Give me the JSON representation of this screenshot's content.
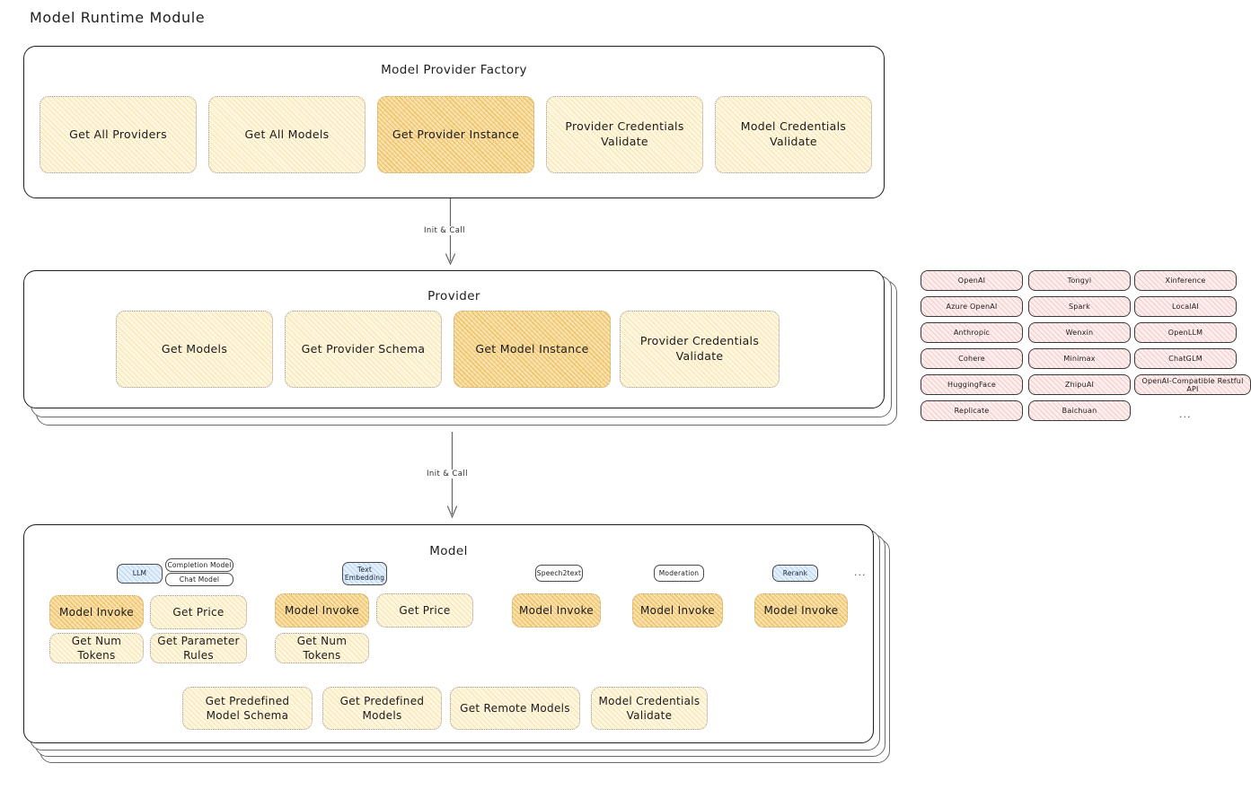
{
  "page": {
    "title": "Model Runtime Module"
  },
  "factory": {
    "title": "Model Provider Factory",
    "cards": [
      {
        "label": "Get All Providers",
        "highlighted": false
      },
      {
        "label": "Get All Models",
        "highlighted": false
      },
      {
        "label": "Get Provider Instance",
        "highlighted": true
      },
      {
        "label": "Provider Credentials Validate",
        "highlighted": false
      },
      {
        "label": "Model Credentials Validate",
        "highlighted": false
      }
    ]
  },
  "arrow1": {
    "label": "Init & Call"
  },
  "provider": {
    "title": "Provider",
    "cards": [
      {
        "label": "Get Models",
        "highlighted": false
      },
      {
        "label": "Get Provider Schema",
        "highlighted": false
      },
      {
        "label": "Get Model Instance",
        "highlighted": true
      },
      {
        "label": "Provider Credentials Validate",
        "highlighted": false
      }
    ]
  },
  "arrow2": {
    "label": "Init & Call"
  },
  "provider_list": {
    "columns": [
      {
        "items": [
          "OpenAI",
          "Azure OpenAI",
          "Anthropic",
          "Cohere",
          "HuggingFace",
          "Replicate"
        ]
      },
      {
        "items": [
          "Tongyi",
          "Spark",
          "Wenxin",
          "Minimax",
          "ZhipuAI",
          "Baichuan"
        ]
      },
      {
        "items": [
          "Xinference",
          "LocalAI",
          "OpenLLM",
          "ChatGLM",
          "OpenAI-Compatible Restful API"
        ]
      }
    ],
    "more": "..."
  },
  "model": {
    "title": "Model",
    "more": "...",
    "types": [
      {
        "name": "LLM",
        "style": "blue",
        "subtypes": [
          "Completion Model",
          "Chat Model"
        ],
        "cards": [
          {
            "label": "Model Invoke",
            "highlighted": true
          },
          {
            "label": "Get Price",
            "highlighted": false
          },
          {
            "label": "Get Num Tokens",
            "highlighted": false
          },
          {
            "label": "Get Parameter Rules",
            "highlighted": false
          }
        ]
      },
      {
        "name": "Text Embedding",
        "style": "blue",
        "subtypes": [],
        "cards": [
          {
            "label": "Model Invoke",
            "highlighted": true
          },
          {
            "label": "Get Price",
            "highlighted": false
          },
          {
            "label": "Get Num Tokens",
            "highlighted": false
          }
        ]
      },
      {
        "name": "Speech2text",
        "style": "plain",
        "subtypes": [],
        "cards": [
          {
            "label": "Model Invoke",
            "highlighted": true
          }
        ]
      },
      {
        "name": "Moderation",
        "style": "plain",
        "subtypes": [],
        "cards": [
          {
            "label": "Model Invoke",
            "highlighted": true
          }
        ]
      },
      {
        "name": "Rerank",
        "style": "blue",
        "subtypes": [],
        "cards": [
          {
            "label": "Model Invoke",
            "highlighted": true
          }
        ]
      }
    ],
    "shared_cards": [
      {
        "label": "Get Predefined Model Schema",
        "highlighted": false
      },
      {
        "label": "Get Predefined Models",
        "highlighted": false
      },
      {
        "label": "Get Remote Models",
        "highlighted": false
      },
      {
        "label": "Model Credentials Validate",
        "highlighted": false
      }
    ]
  },
  "colors": {
    "card_fill": "#fdf6e0",
    "card_highlight": "#fae3ae",
    "chip_pink": "#fdeeee",
    "chip_blue": "#e3effa",
    "stroke": "#1e1e1e"
  }
}
